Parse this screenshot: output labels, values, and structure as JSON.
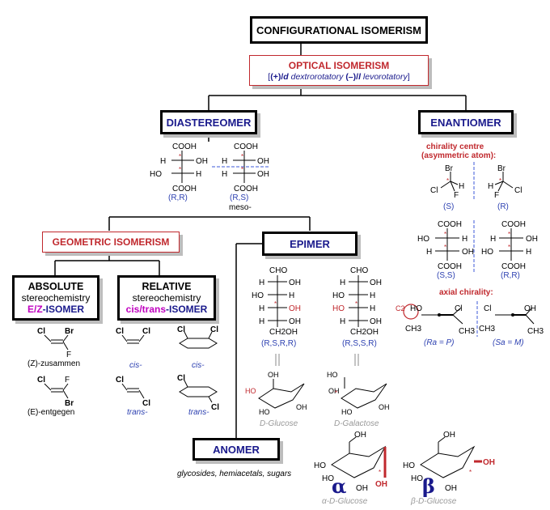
{
  "title": "CONFIGURATIONAL ISOMERISM",
  "optical": {
    "title": "OPTICAL ISOMERISM",
    "sub_open": "[",
    "sub_plus": "(+)/",
    "sub_d": "d",
    "sub_dex": " dextrorotatory ",
    "sub_minus": "(–)/",
    "sub_l": "l",
    "sub_lev": " levorotatory",
    "sub_close": "]"
  },
  "diastereomer": {
    "title": "DIASTEREOMER",
    "rr_label": "(R,R)",
    "rs_label": "(R,S)",
    "meso": "meso-"
  },
  "enantiomer": {
    "title": "ENANTIOMER",
    "chirality_centre": "chirality centre",
    "asymmetric_atom": "(asymmetric atom):",
    "s_label": "(S)",
    "r_label": "(R)",
    "ss_label": "(S,S)",
    "rr_label": "(R,R)",
    "axial": "axial chirality:",
    "ra_label": "(Ra = P)",
    "sa_label": "(Sa = M)",
    "c2": "C2"
  },
  "geometric": {
    "title": "GEOMETRIC ISOMERISM"
  },
  "epimer": {
    "title": "EPIMER",
    "glucose_label": "(R,S,R,R)",
    "galactose_label": "(R,S,S,R)",
    "glucose_name": "D-Glucose",
    "galactose_name": "D-Galactose"
  },
  "absolute": {
    "line1": "ABSOLUTE",
    "line2": "stereochemistry",
    "iso_a": "E/Z",
    "iso_b": "-ISOMER"
  },
  "relative": {
    "line1": "RELATIVE",
    "line2": "stereochemistry",
    "iso_a": "cis/trans",
    "iso_b": "-ISOMER"
  },
  "alkenes": {
    "z_label": "(Z)-zusammen",
    "e_label": "(E)-entgegen",
    "cis": "cis-",
    "trans": "trans-",
    "cis2": "cis-",
    "trans2": "trans-"
  },
  "anomer": {
    "title": "ANOMER",
    "sub": "glycosides, hemiacetals, sugars",
    "alpha": "α",
    "beta": "β",
    "alpha_name": "α-D-Glucose",
    "beta_name": "β-D-Glucose"
  },
  "atoms": {
    "cooh": "COOH",
    "oh": "OH",
    "h": "H",
    "ho": "HO",
    "cho": "CHO",
    "ch2oh": "CH2OH",
    "br": "Br",
    "cl": "Cl",
    "f": "F",
    "ch3": "CH3"
  },
  "colors": {
    "navy": "#1a1a8c",
    "red": "#c0282d",
    "magenta": "#c000c0",
    "blue": "#2b3fb0",
    "grey": "#999999"
  }
}
